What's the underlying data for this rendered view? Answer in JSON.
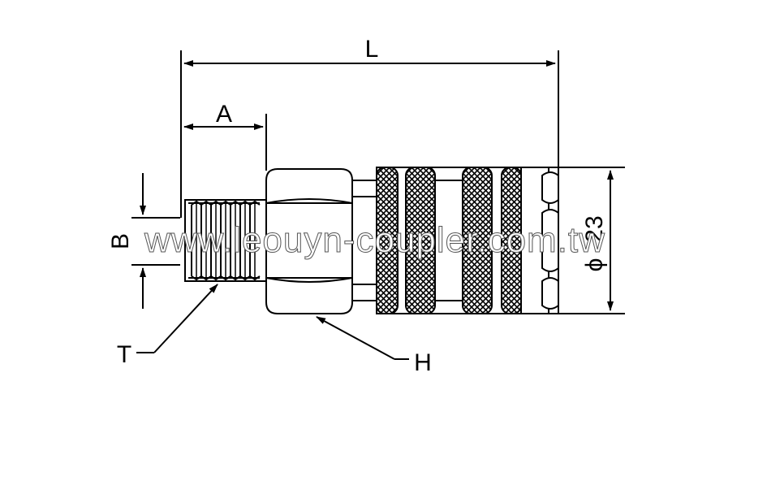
{
  "dimensions": {
    "length_label": "L",
    "a_label": "A",
    "b_label": "B",
    "thread_label": "T",
    "hex_label": "H",
    "diameter_symbol": "ϕ",
    "diameter_value": "23"
  },
  "watermark": "www.leouyn-coupler.com.tw",
  "colors": {
    "line": "#000000",
    "background": "#ffffff"
  }
}
